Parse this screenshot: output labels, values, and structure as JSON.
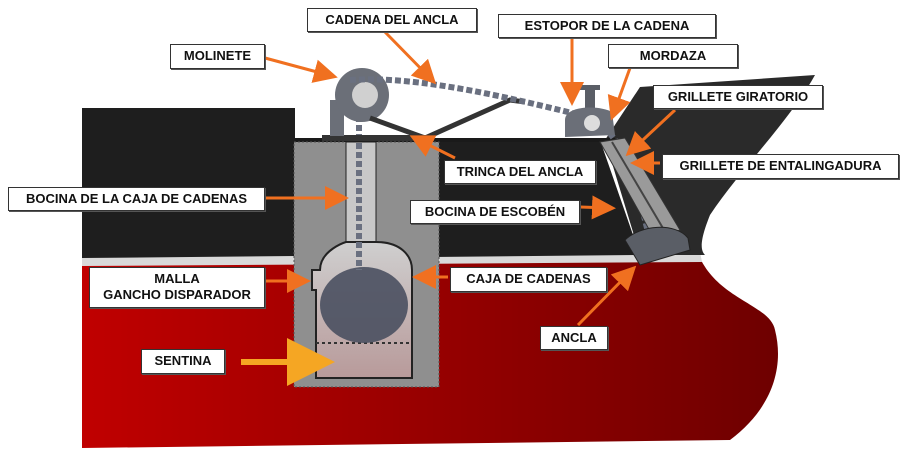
{
  "title": "Sistema de fondeo del buque",
  "colors": {
    "hull_red": "#b30000",
    "hull_dark_red": "#7a0000",
    "topside_black": "#1e1e1e",
    "locker_gray": "#8a8a8a",
    "chain_gray": "#4a5060",
    "arrow_orange": "#f07020",
    "sentina_arrow": "#f5a623"
  },
  "labels": {
    "molinete": "MOLINETE",
    "cadena_del_ancla": "CADENA DEL ANCLA",
    "estopor": "ESTOPOR DE LA CADENA",
    "mordaza": "MORDAZA",
    "grillete_giratorio": "GRILLETE GIRATORIO",
    "grillete_entalingadura": "GRILLETE DE ENTALINGADURA",
    "trinca_del_ancla": "TRINCA DEL ANCLA",
    "bocina_caja_cadenas": "BOCINA DE LA CAJA DE CADENAS",
    "bocina_escoben": "BOCINA DE ESCOBÉN",
    "malla_line1": "MALLA",
    "malla_line2": "GANCHO DISPARADOR",
    "caja_de_cadenas": "CAJA DE CADENAS",
    "sentina": "SENTINA",
    "ancla": "ANCLA"
  }
}
